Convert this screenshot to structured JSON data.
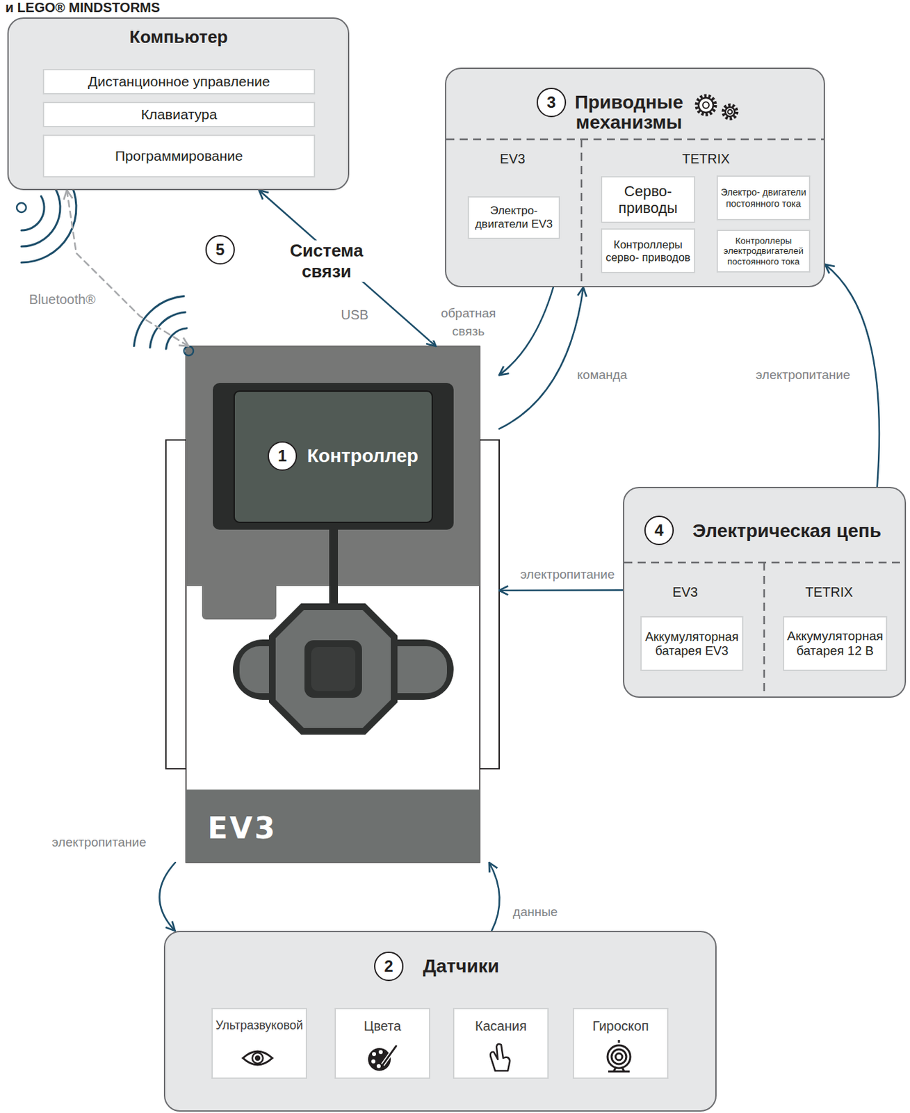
{
  "diagram": {
    "title": "и LEGO® MINDSTORMS",
    "nodes": [
      {
        "text": [
          "Компьютер"
        ]
      },
      {
        "text": [
          "Дистанционное управление"
        ],
        "in": 0
      },
      {
        "text": [
          "Клавиатура"
        ],
        "in": 0
      },
      {
        "text": [
          "Программирование"
        ],
        "in": 0
      },
      {
        "text": [
          "Приводные механизмы"
        ]
      },
      {
        "text": [
          "Электро- двигатели EV3"
        ],
        "in": 4
      },
      {
        "text": [
          "Серво- приводы"
        ],
        "in": 4
      },
      {
        "text": [
          "Электро- двигатели постоянного тока"
        ],
        "in": 4
      },
      {
        "text": [
          "Контроллеры серво- приводов"
        ],
        "in": 4
      },
      {
        "text": [
          "Контроллеры электродвигателей постоянного тока"
        ],
        "in": 4
      },
      {
        "text": [
          "Контроллер"
        ]
      },
      {
        "text": [
          "Электрическая цепь"
        ]
      },
      {
        "text": [
          "Аккумуляторная батарея EV3"
        ],
        "in": 11
      },
      {
        "text": [
          "Аккумуляторная батарея 12 В"
        ],
        "in": 11
      },
      {
        "text": [
          "Датчики"
        ]
      },
      {
        "text": [
          "Ультразвуковой"
        ],
        "in": 14
      },
      {
        "text": [
          "Цвета"
        ],
        "in": 14
      },
      {
        "text": [
          "Касания"
        ],
        "in": 14
      },
      {
        "text": [
          "Гироскоп"
        ],
        "in": 14
      }
    ],
    "edges": [
      {
        "from": 0,
        "to": 10,
        "arrow": "both",
        "label": "Система связи"
      },
      {
        "from": 0,
        "to": 10,
        "arrow": "both",
        "label": "Bluetooth®"
      },
      {
        "from": 10,
        "to": 4,
        "arrow": "to",
        "label": "команда"
      },
      {
        "from": 4,
        "to": 10,
        "arrow": "to",
        "label": "обратная связь"
      },
      {
        "from": 11,
        "to": 4,
        "arrow": "to",
        "label": "электропитание"
      },
      {
        "from": 11,
        "to": 10,
        "arrow": "to",
        "label": "электропитание"
      },
      {
        "from": 10,
        "to": 14,
        "arrow": "to",
        "label": "электропитание"
      },
      {
        "from": 14,
        "to": 10,
        "arrow": "to",
        "label": "данные"
      }
    ],
    "labels": [
      "3",
      "EV3",
      "TETRIX",
      "5",
      "USB",
      "1",
      "4",
      "EV3",
      "TETRIX",
      "EV3",
      "2"
    ]
  }
}
